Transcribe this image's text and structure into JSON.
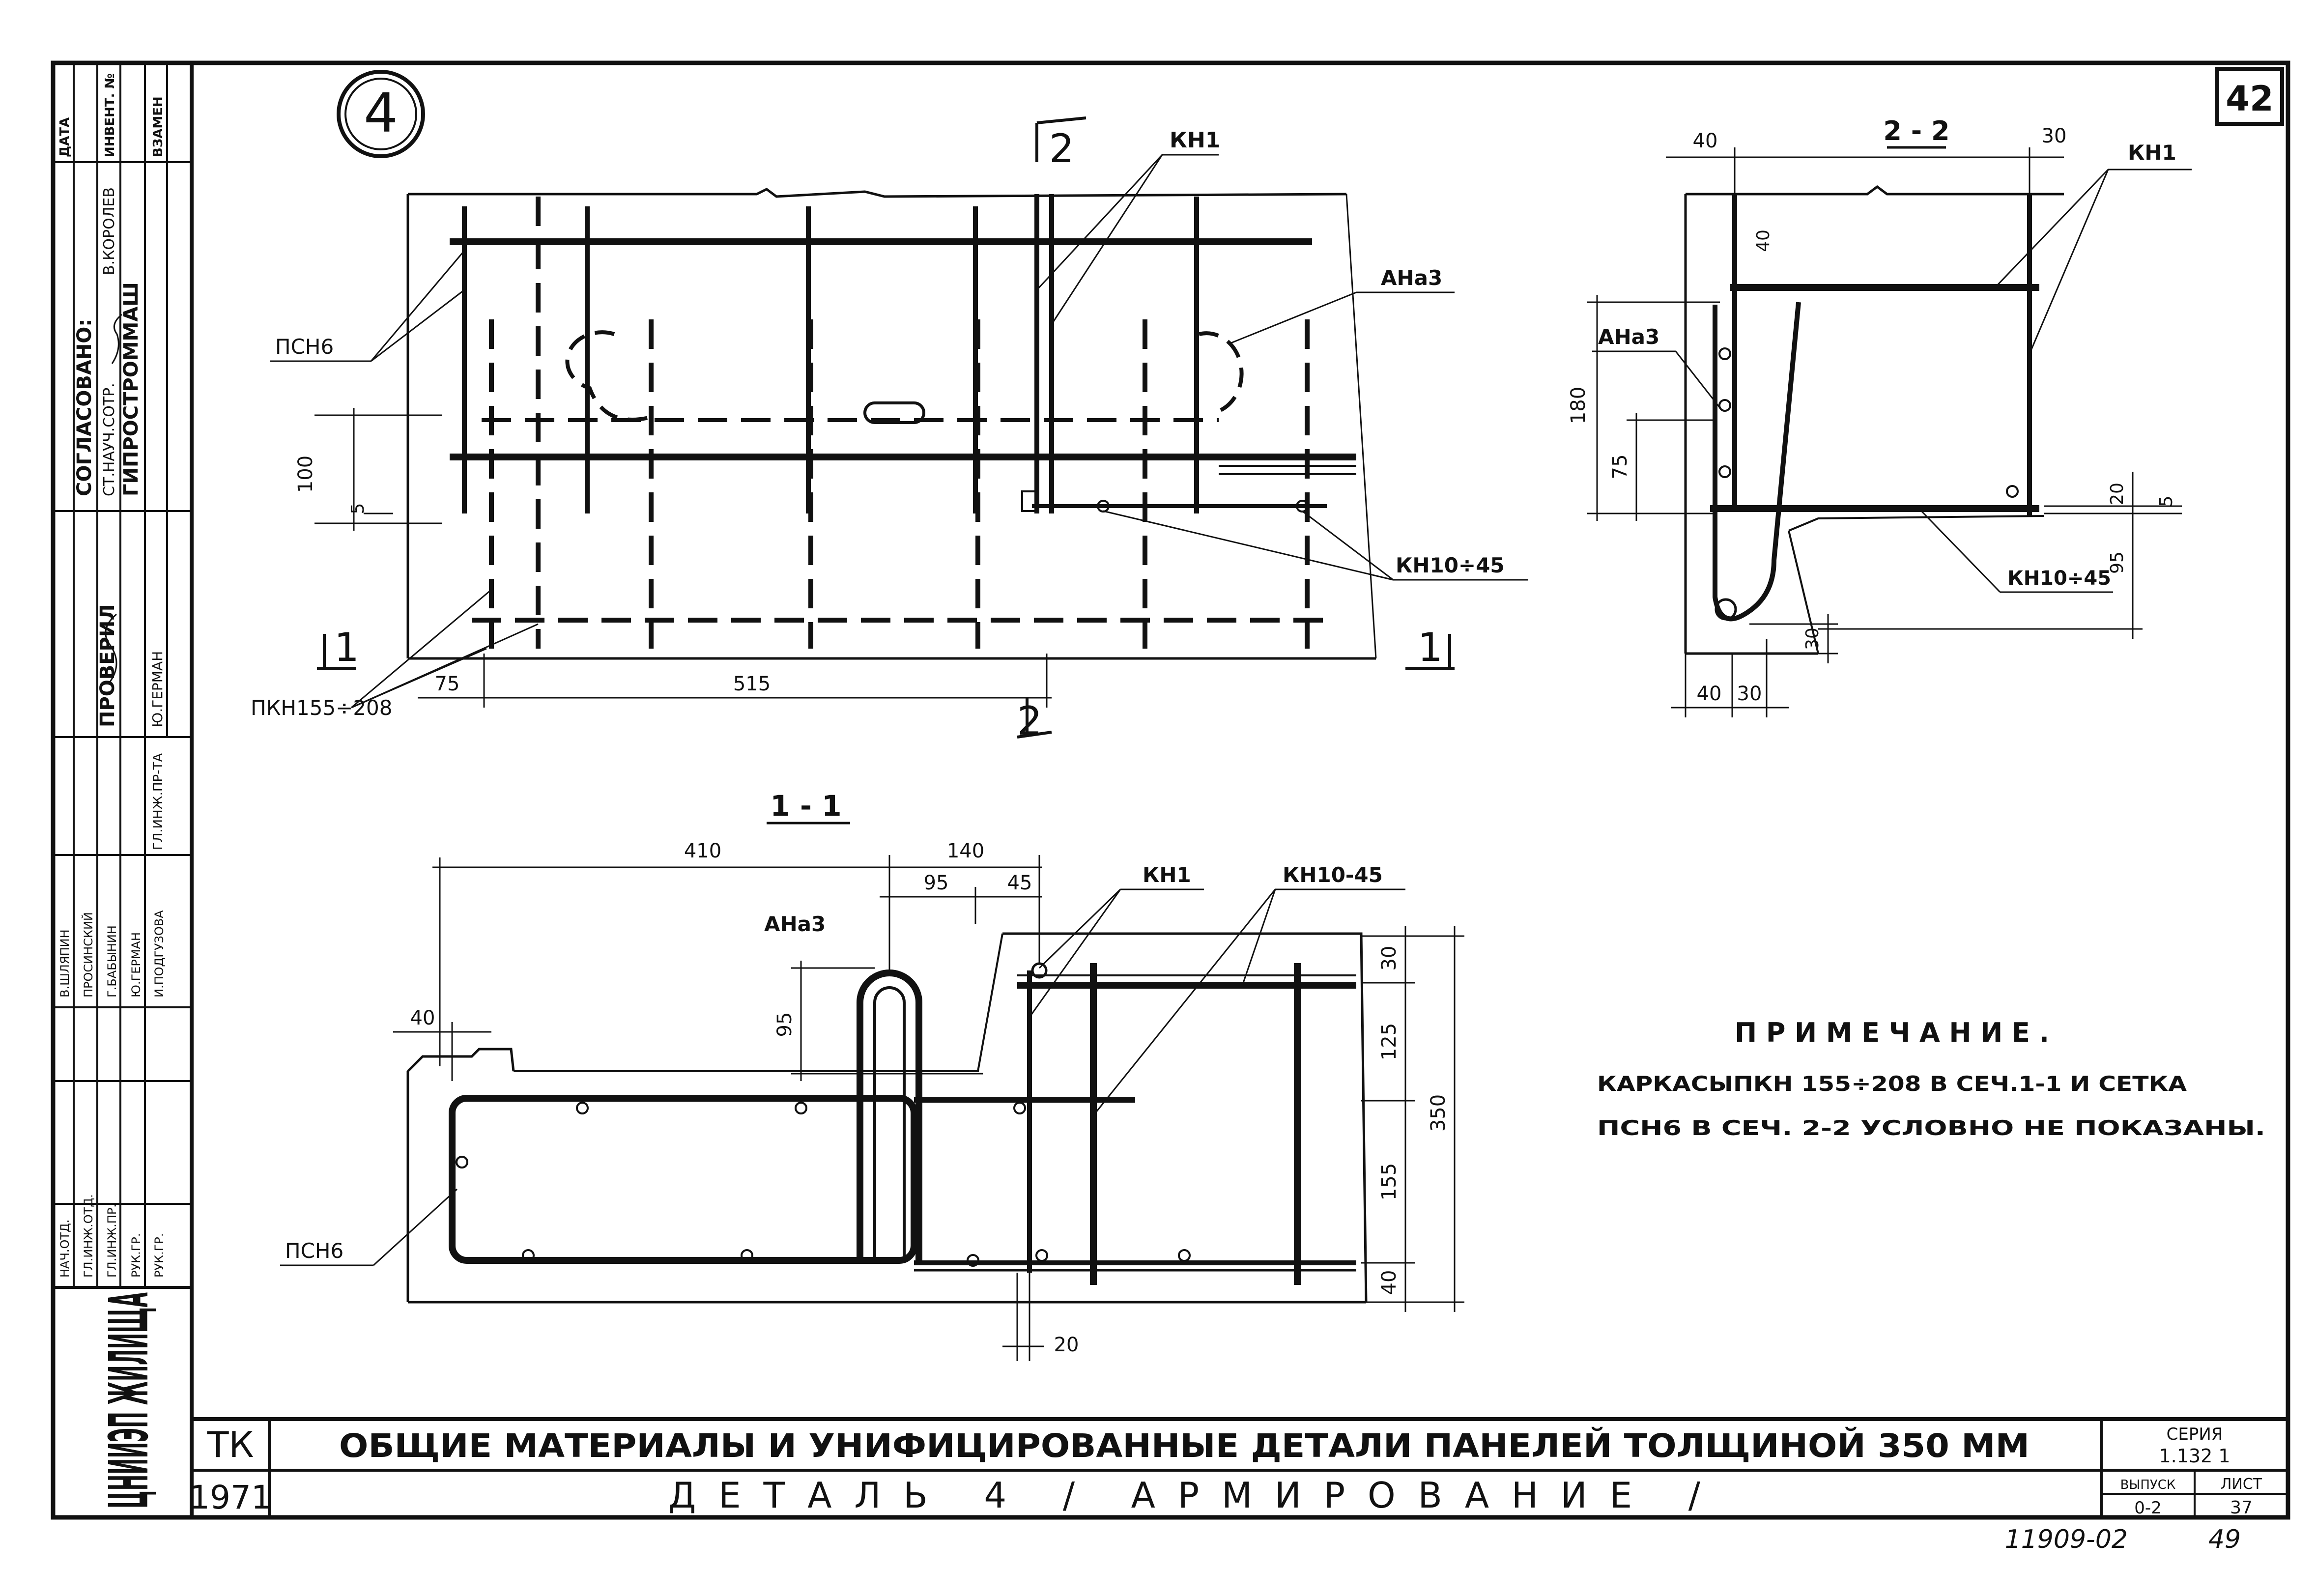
{
  "detail_number": "4",
  "sheet_corner_number": "42",
  "section_marks": {
    "cut_2": "2",
    "cut_1": "1",
    "section_1_title": "1 - 1",
    "section_2_title": "2 - 2"
  },
  "plan_view": {
    "labels": {
      "kn1": "КН1",
      "ana3": "АНа3",
      "psn6": "ПСН6",
      "kn10_45": "КН10÷45",
      "pkn": "ПКН155÷208"
    },
    "dims": {
      "d100": "100",
      "d5": "5",
      "d75": "75",
      "d515": "515"
    }
  },
  "section_2_2": {
    "labels": {
      "kn1": "КН1",
      "ana3": "АНа3",
      "kn10_45": "КН10÷45"
    },
    "dims": {
      "d40_top": "40",
      "d30_top": "30",
      "d40_inner": "40",
      "d180": "180",
      "d75": "75",
      "d20": "20",
      "d5": "5",
      "d95": "95",
      "d30_bottom": "30",
      "d40_base": "40",
      "d30_base": "30"
    }
  },
  "section_1_1": {
    "labels": {
      "kn1": "КН1",
      "kn10_45": "КН10-45",
      "ana3": "АНа3",
      "psn6": "ПСН6"
    },
    "dims": {
      "d410": "410",
      "d140": "140",
      "d95_top": "95",
      "d45": "45",
      "d95_left": "95",
      "d40": "40",
      "d30": "30",
      "d125": "125",
      "d350": "350",
      "d155": "155",
      "d40_bottom": "40",
      "d20": "20"
    }
  },
  "note": {
    "title": "ПРИМЕЧАНИЕ.",
    "line1": "КАРКАСЫПКН 155÷208 В СЕЧ.1-1 И СЕТКА",
    "line2": "ПСН6 В СЕЧ. 2-2 УСЛОВНО НЕ ПОКАЗАНЫ."
  },
  "title_block": {
    "org": "ЦНИИЭП ЖИЛИЩА",
    "code": "ТК",
    "year": "1971",
    "title_line1": "ОБЩИЕ МАТЕРИАЛЫ И УНИФИЦИРОВАННЫЕ ДЕТАЛИ ПАНЕЛЕЙ ТОЛЩИНОЙ 350 ММ",
    "title_line2": "ДЕТАЛЬ 4 / АРМИРОВАНИЕ /",
    "series_label": "СЕРИЯ",
    "series_value": "1.132 1",
    "issue_label": "ВЫПУСК",
    "issue_value": "0-2",
    "sheet_label": "ЛИСТ",
    "sheet_value": "37"
  },
  "approval_block": {
    "col1_rows": [
      "ГИПРОСТРОММАШ",
      "СТ.НАУЧ.СОТР.",
      "В.КОРОЛЕВ"
    ],
    "col1_header": "СОГЛАСОВАНО:",
    "col2_header": "ПРОВЕРИЛ",
    "col2_rows": [
      "Ю.ГЕРМАН",
      "ГЛ.ИНЖ.ПР-ТА"
    ],
    "roles": [
      "НАЧ.ОТД.",
      "ГЛ.ИНЖ.ОТД.",
      "ГЛ.ИНЖ.ПР.",
      "РУК.ГР.",
      "РУК.ГР."
    ],
    "names": [
      "В.ШЛЯПИН",
      "ПРОСИНСКИЙ",
      "Г.БАБЫНИН",
      "Ю.ГЕРМАН",
      "И.ПОДГУЗОВА"
    ],
    "side_label1": "ИНВЕНТ. №",
    "side_label2": "ВЗАМЕН",
    "side_label3": "ДАТА"
  },
  "drawing_number": "11909-02",
  "page_number": "49"
}
